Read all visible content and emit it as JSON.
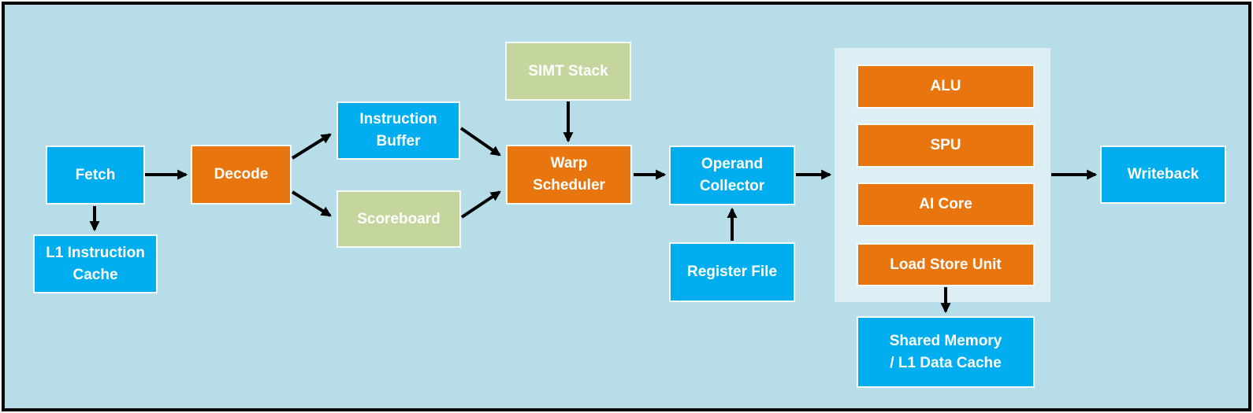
{
  "diagram": {
    "type": "block-diagram",
    "subject": "GPU SM pipeline"
  },
  "colors": {
    "background": "#B6DDE8",
    "block_blue": "#00AEEF",
    "block_orange": "#E8750E",
    "block_green": "#C4D69D",
    "execution_group_fill": "#DDEEF4",
    "block_border": "#F5FAFC",
    "block_text": "#FFFFFF",
    "arrow": "#000000",
    "outer_border": "#000000"
  },
  "nodes": {
    "fetch": {
      "label": "Fetch",
      "color": "blue"
    },
    "l1_instruction_cache": {
      "label": "L1 Instruction\nCache",
      "color": "blue"
    },
    "decode": {
      "label": "Decode",
      "color": "orange"
    },
    "instruction_buffer": {
      "label": "Instruction\nBuffer",
      "color": "blue"
    },
    "scoreboard": {
      "label": "Scoreboard",
      "color": "green"
    },
    "simt_stack": {
      "label": "SIMT Stack",
      "color": "green"
    },
    "warp_scheduler": {
      "label": "Warp\nScheduler",
      "color": "orange"
    },
    "operand_collector": {
      "label": "Operand\nCollector",
      "color": "blue"
    },
    "register_file": {
      "label": "Register File",
      "color": "blue"
    },
    "alu": {
      "label": "ALU",
      "color": "orange"
    },
    "spu": {
      "label": "SPU",
      "color": "orange"
    },
    "ai_core": {
      "label": "AI Core",
      "color": "orange"
    },
    "load_store_unit": {
      "label": "Load Store Unit",
      "color": "orange"
    },
    "shared_memory_l1_data_cache": {
      "label": "Shared Memory\n/ L1 Data Cache",
      "color": "blue"
    },
    "writeback": {
      "label": "Writeback",
      "color": "blue"
    }
  },
  "edges": [
    {
      "from": "fetch",
      "to": "decode"
    },
    {
      "from": "fetch",
      "to": "l1_instruction_cache"
    },
    {
      "from": "decode",
      "to": "instruction_buffer"
    },
    {
      "from": "decode",
      "to": "scoreboard"
    },
    {
      "from": "instruction_buffer",
      "to": "warp_scheduler"
    },
    {
      "from": "scoreboard",
      "to": "warp_scheduler"
    },
    {
      "from": "simt_stack",
      "to": "warp_scheduler"
    },
    {
      "from": "warp_scheduler",
      "to": "operand_collector"
    },
    {
      "from": "register_file",
      "to": "operand_collector"
    },
    {
      "from": "operand_collector",
      "to": "execution_units"
    },
    {
      "from": "execution_units",
      "to": "writeback"
    },
    {
      "from": "load_store_unit",
      "to": "shared_memory_l1_data_cache"
    }
  ]
}
